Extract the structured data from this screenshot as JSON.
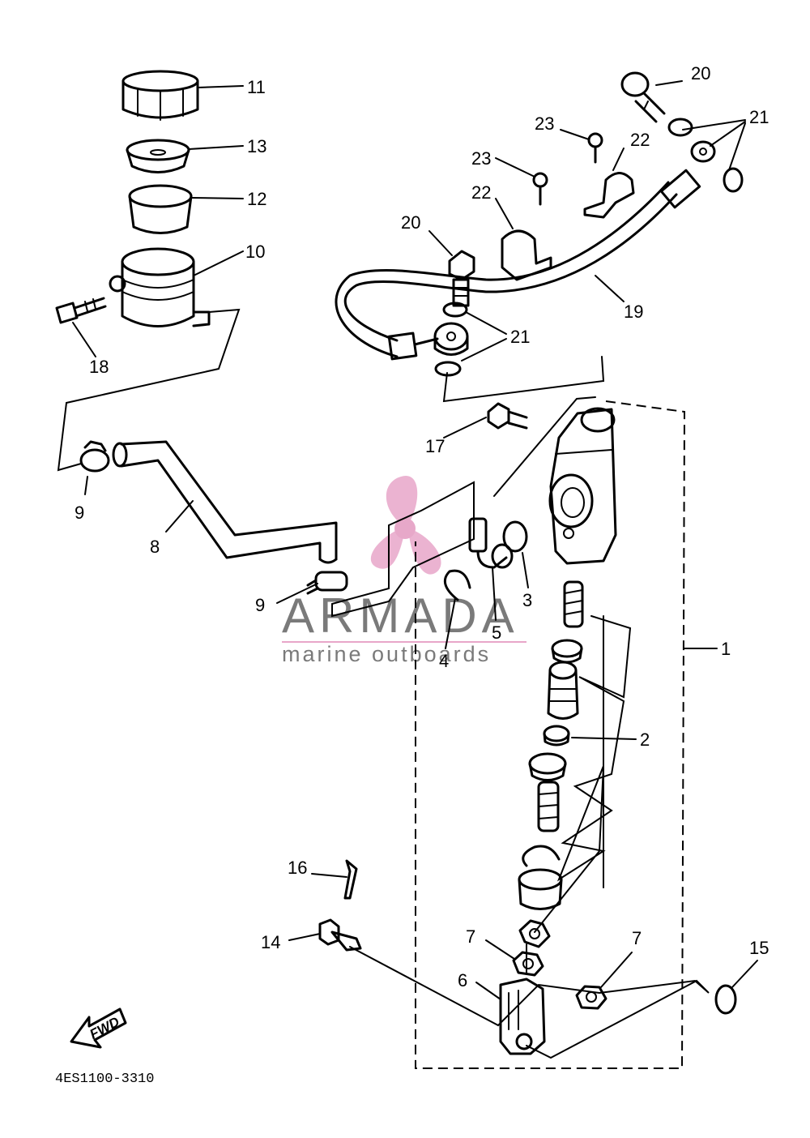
{
  "callouts": {
    "c1": "1",
    "c2": "2",
    "c3": "3",
    "c4": "4",
    "c5": "5",
    "c6": "6",
    "c7a": "7",
    "c7b": "7",
    "c8": "8",
    "c9a": "9",
    "c9b": "9",
    "c10": "10",
    "c11": "11",
    "c12": "12",
    "c13": "13",
    "c14": "14",
    "c15": "15",
    "c16": "16",
    "c17": "17",
    "c18": "18",
    "c19": "19",
    "c20a": "20",
    "c20b": "20",
    "c21a": "21",
    "c21b": "21",
    "c22a": "22",
    "c22b": "22",
    "c23a": "23",
    "c23b": "23"
  },
  "diagram_code": "4ES1100-3310",
  "fwd_label": "FWD",
  "watermark": {
    "title": "ARMADA",
    "subtitle": "marine outboards",
    "accent_color": "#e8a6c9",
    "text_color": "#7a7a7a"
  }
}
